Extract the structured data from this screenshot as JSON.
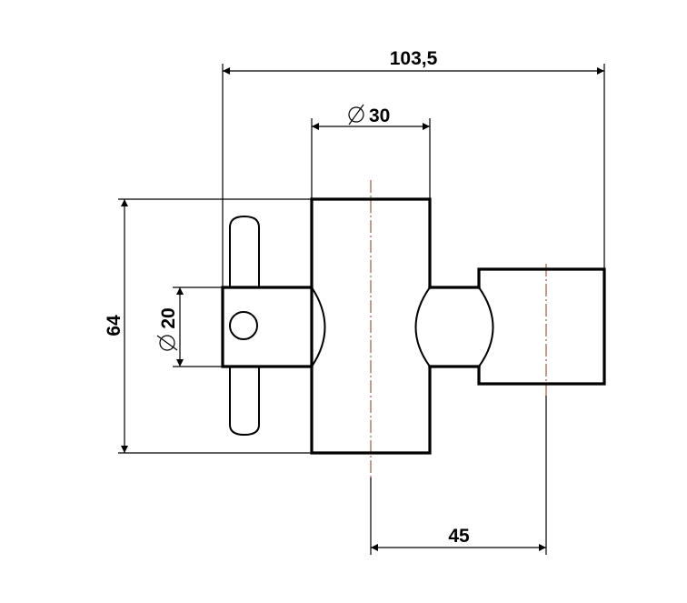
{
  "drawing": {
    "dimensions": {
      "overall_width": "103,5",
      "body_diameter": "30",
      "height": "64",
      "arm_diameter": "20",
      "center_distance": "45"
    },
    "diameter_symbol": "⌀",
    "colors": {
      "line": "#000000",
      "centerline": "#8a3a1a"
    }
  }
}
